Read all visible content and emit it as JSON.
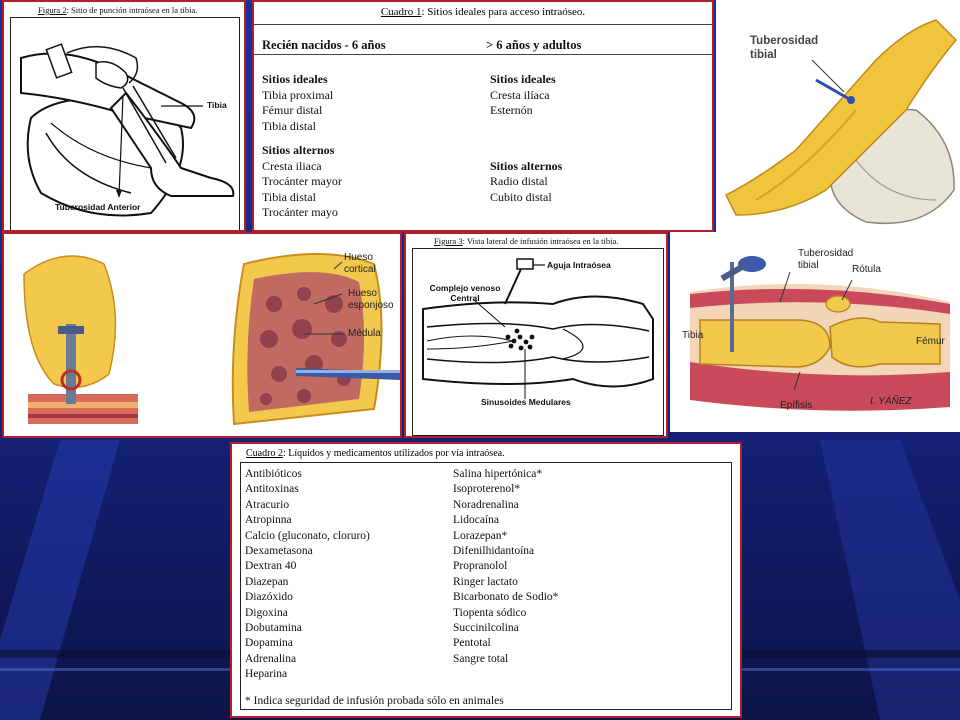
{
  "colors": {
    "background": "#1a2a92",
    "panel_border": "#b0202a",
    "bone": "#f2c94c",
    "tissue": "#c94a5a"
  },
  "fig2": {
    "caption_label": "Figura 2",
    "caption_text": ": Sitio de punción intraósea en la tibia.",
    "label_tibia": "Tibia",
    "label_tuberosidad": "Tuberosidad Anterior"
  },
  "cuadro1": {
    "title_label": "Cuadro 1",
    "title_text": ": Sitios ideales para acceso intraóseo.",
    "left_header": "Recién nacidos - 6 años",
    "right_header": "> 6 años y adultos",
    "left_ideal_title": "Sitios ideales",
    "left_ideal": [
      "Tibia proximal",
      "Fémur distal",
      "Tibia distal"
    ],
    "left_alt_title": "Sitios alternos",
    "left_alt": [
      "Cresta iliaca",
      "Trocánter mayor",
      "Tibia distal",
      "Trocánter mayo"
    ],
    "right_ideal_title": "Sitios ideales",
    "right_ideal": [
      "Cresta ilíaca",
      "Esternón"
    ],
    "right_alt_title": "Sitios alternos",
    "right_alt": [
      "Radio distal",
      "Cubito distal"
    ]
  },
  "leg_tr": {
    "label": "Tuberosidad tibial"
  },
  "bone_sec": {
    "label_cortical": "Hueso cortical",
    "label_esponjoso": "Hueso esponjoso",
    "label_medula": "Médula"
  },
  "fig3": {
    "caption_label": "Figura 3",
    "caption_text": ": Vista lateral de infusión intraósea en la tibia.",
    "label_aguja": "Aguja Intraósea",
    "label_complejo": "Complejo venoso Central",
    "label_sinusoides": "Sinusoides Medulares"
  },
  "knee": {
    "label_tuberosidad": "Tuberosidad tibial",
    "label_rotula": "Rótula",
    "label_tibia": "Tibia",
    "label_femur": "Fémur",
    "label_epifisis": "Epífisis",
    "signature": "I. YÁÑEZ"
  },
  "cuadro2": {
    "title_label": "Cuadro 2",
    "title_text": ": Líquidos y medicamentos utilizados por vía intraósea.",
    "left": [
      "Antibióticos",
      "Antitoxinas",
      "Atracurio",
      "Atropinna",
      "Calcio (gluconato, cloruro)",
      "Dexametasona",
      "Dextran 40",
      "Diazepan",
      "Diazóxido",
      "Digoxina",
      "Dobutamina",
      "Dopamina",
      "Adrenalina",
      "Heparina"
    ],
    "right": [
      "Salina hipertónica*",
      "Isoproterenol*",
      "Noradrenalina",
      "Lidocaína",
      "Lorazepan*",
      "Difenilhidantoína",
      "Propranolol",
      "Ringer lactato",
      "Bicarbonato de Sodio*",
      "Tiopenta sódico",
      "Succinilcolina",
      "Pentotal",
      "Sangre total"
    ],
    "note": "* Indica seguridad de infusión probada sólo en animales"
  }
}
